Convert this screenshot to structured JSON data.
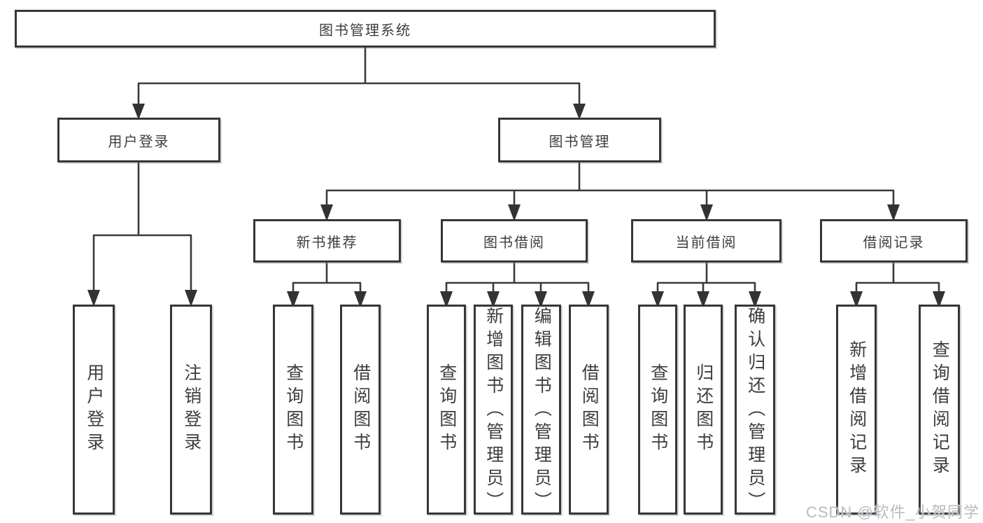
{
  "diagram": {
    "title": "图书管理系统",
    "level2": {
      "user_login": "用户登录",
      "book_management": "图书管理"
    },
    "level3": {
      "new_book_recommend": "新书推荐",
      "book_borrowing": "图书借阅",
      "current_borrowing": "当前借阅",
      "borrowing_records": "借阅记录"
    },
    "leaves": {
      "user_login": "用户登录",
      "logout": "注销登录",
      "query_books_recommend": "查询图书",
      "borrow_books_recommend": "借阅图书",
      "query_books_borrowing": "查询图书",
      "add_books_admin": "新增图书（管理员）",
      "edit_books_admin": "编辑图书（管理员）",
      "borrow_books_borrowing": "借阅图书",
      "query_books_current": "查询图书",
      "return_books": "归还图书",
      "confirm_return_admin": "确认归还（管理员）",
      "add_borrow_record": "新增借阅记录",
      "query_borrow_record": "查询借阅记录"
    }
  },
  "watermark": "CSDN @软件_小贺同学",
  "colors": {
    "line": "#3a3a3a",
    "box_border": "#363636",
    "text": "#3d3d3d",
    "watermark": "#b7bbc3",
    "background": "#ffffff"
  }
}
